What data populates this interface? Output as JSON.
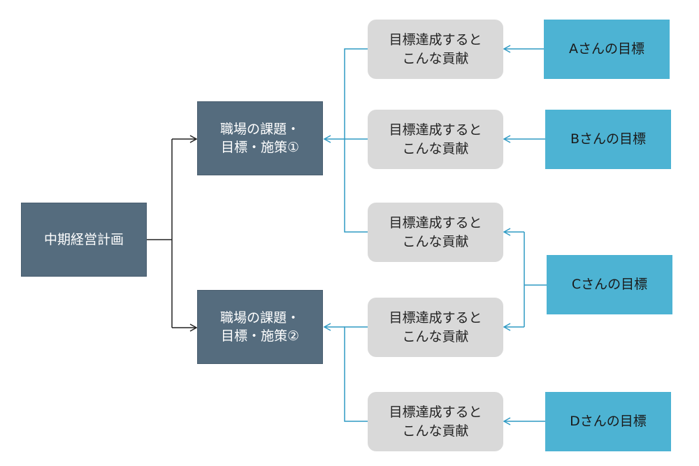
{
  "root": {
    "label": "中期経営計画"
  },
  "measures": [
    {
      "label": "職場の課題・\n目標・施策①"
    },
    {
      "label": "職場の課題・\n目標・施策②"
    }
  ],
  "contributions": [
    {
      "label": "目標達成すると\nこんな貢献"
    },
    {
      "label": "目標達成すると\nこんな貢献"
    },
    {
      "label": "目標達成すると\nこんな貢献"
    },
    {
      "label": "目標達成すると\nこんな貢献"
    },
    {
      "label": "目標達成すると\nこんな貢献"
    }
  ],
  "people": [
    {
      "label": "Aさんの目標"
    },
    {
      "label": "Bさんの目標"
    },
    {
      "label": "Cさんの目標"
    },
    {
      "label": "Dさんの目標"
    }
  ],
  "colors": {
    "dark_box": "#556c7e",
    "grey_box": "#d9d9d9",
    "blue_box": "#4db3d3",
    "dark_connector": "#222222",
    "blue_connector": "#2f9ac4"
  }
}
